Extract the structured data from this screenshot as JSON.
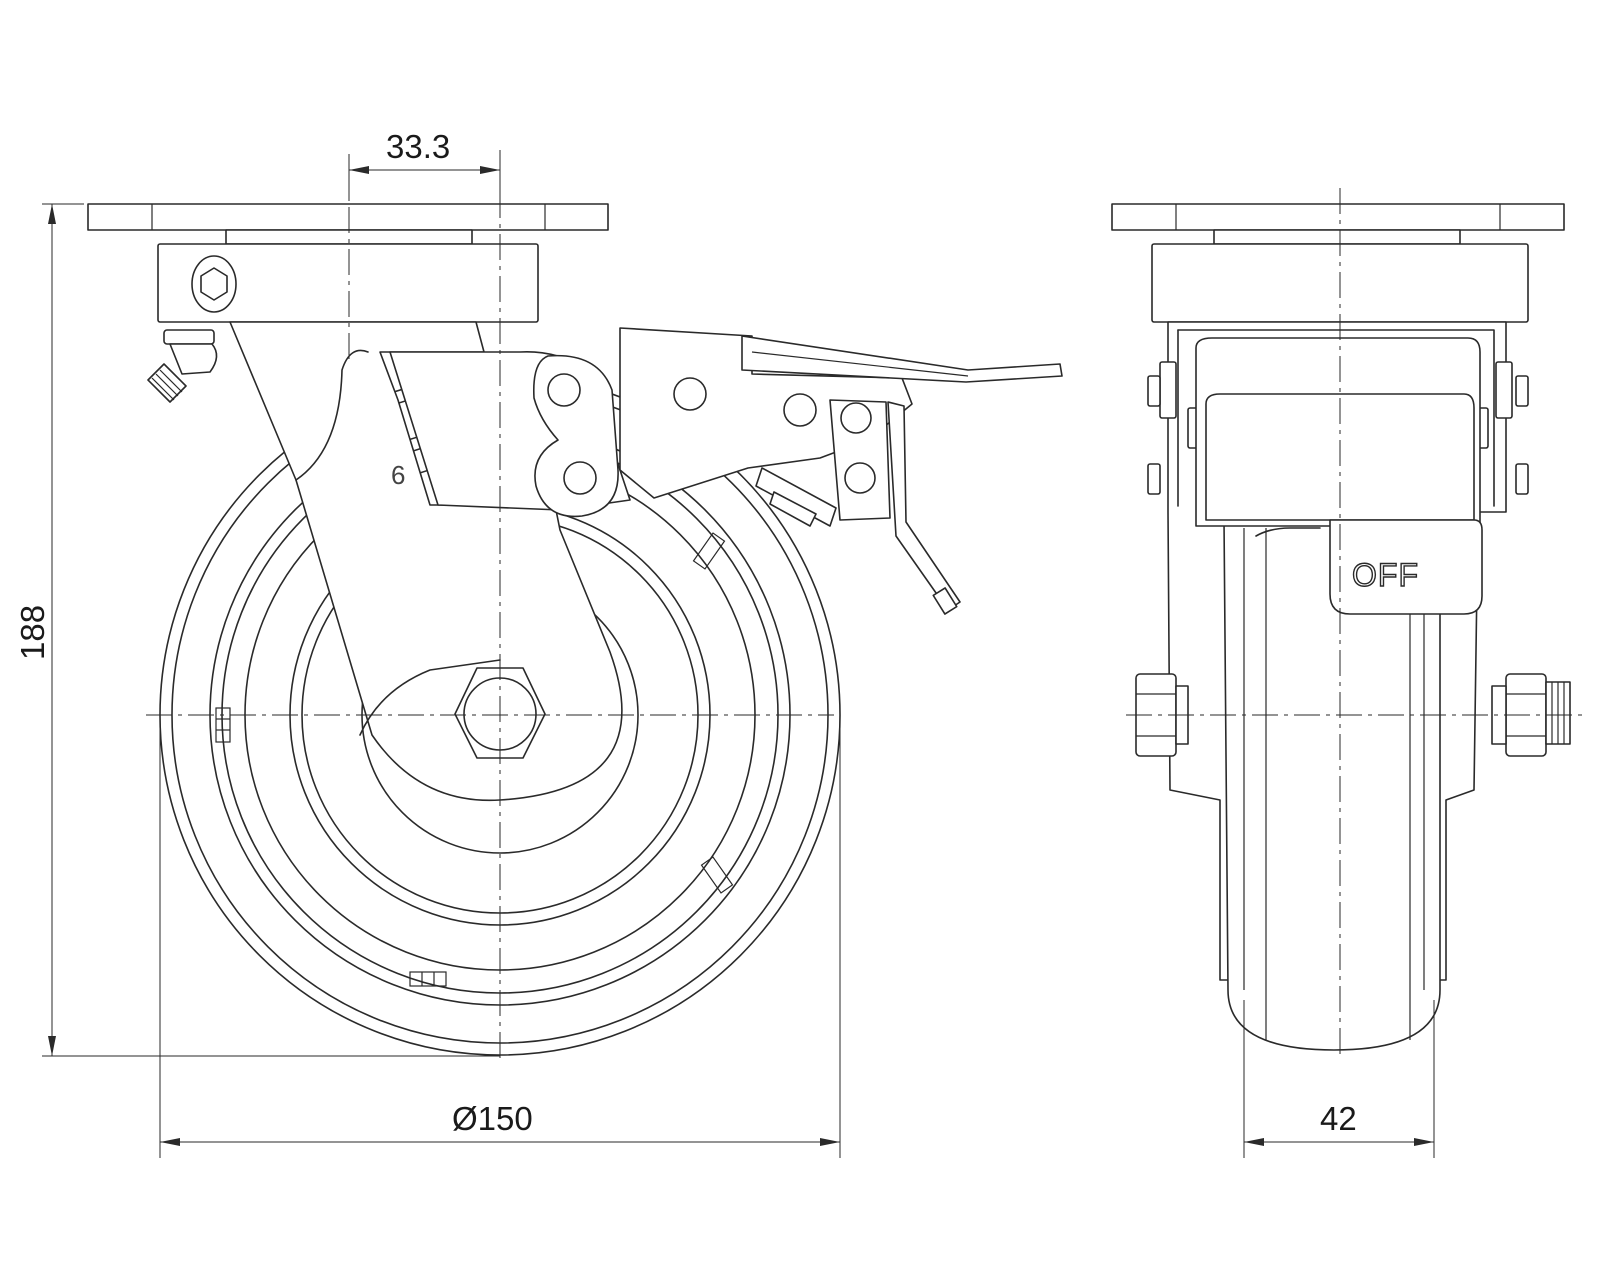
{
  "dimensions": {
    "offset": "33.3",
    "height": "188",
    "wheel_diameter": "Ø150",
    "wheel_width": "42"
  },
  "labels": {
    "part_number": "6",
    "brake_state": "OFF"
  }
}
